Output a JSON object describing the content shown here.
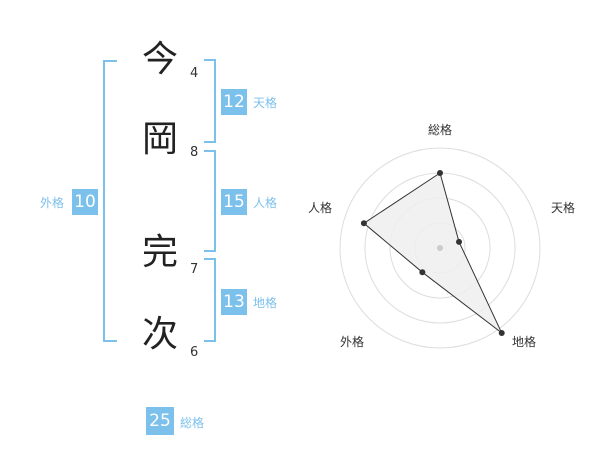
{
  "name": {
    "characters": [
      {
        "char": "今",
        "strokes": "4"
      },
      {
        "char": "岡",
        "strokes": "8"
      },
      {
        "char": "完",
        "strokes": "7"
      },
      {
        "char": "次",
        "strokes": "6"
      }
    ]
  },
  "kaku": {
    "tenkaku": {
      "label": "天格",
      "value": "12"
    },
    "jinkaku": {
      "label": "人格",
      "value": "15"
    },
    "chikaku": {
      "label": "地格",
      "value": "13"
    },
    "gaikaku": {
      "label": "外格",
      "value": "10"
    },
    "soukaku": {
      "label": "総格",
      "value": "25"
    }
  },
  "chart_data": {
    "type": "radar",
    "axes": [
      "総格",
      "天格",
      "地格",
      "外格",
      "人格"
    ],
    "values": [
      0.75,
      0.2,
      1.05,
      0.3,
      0.8
    ],
    "rings": 4,
    "colors": {
      "fill": "#efefef",
      "line": "#333333",
      "grid": "#dddddd",
      "point": "#333333",
      "center": "#cccccc"
    }
  }
}
